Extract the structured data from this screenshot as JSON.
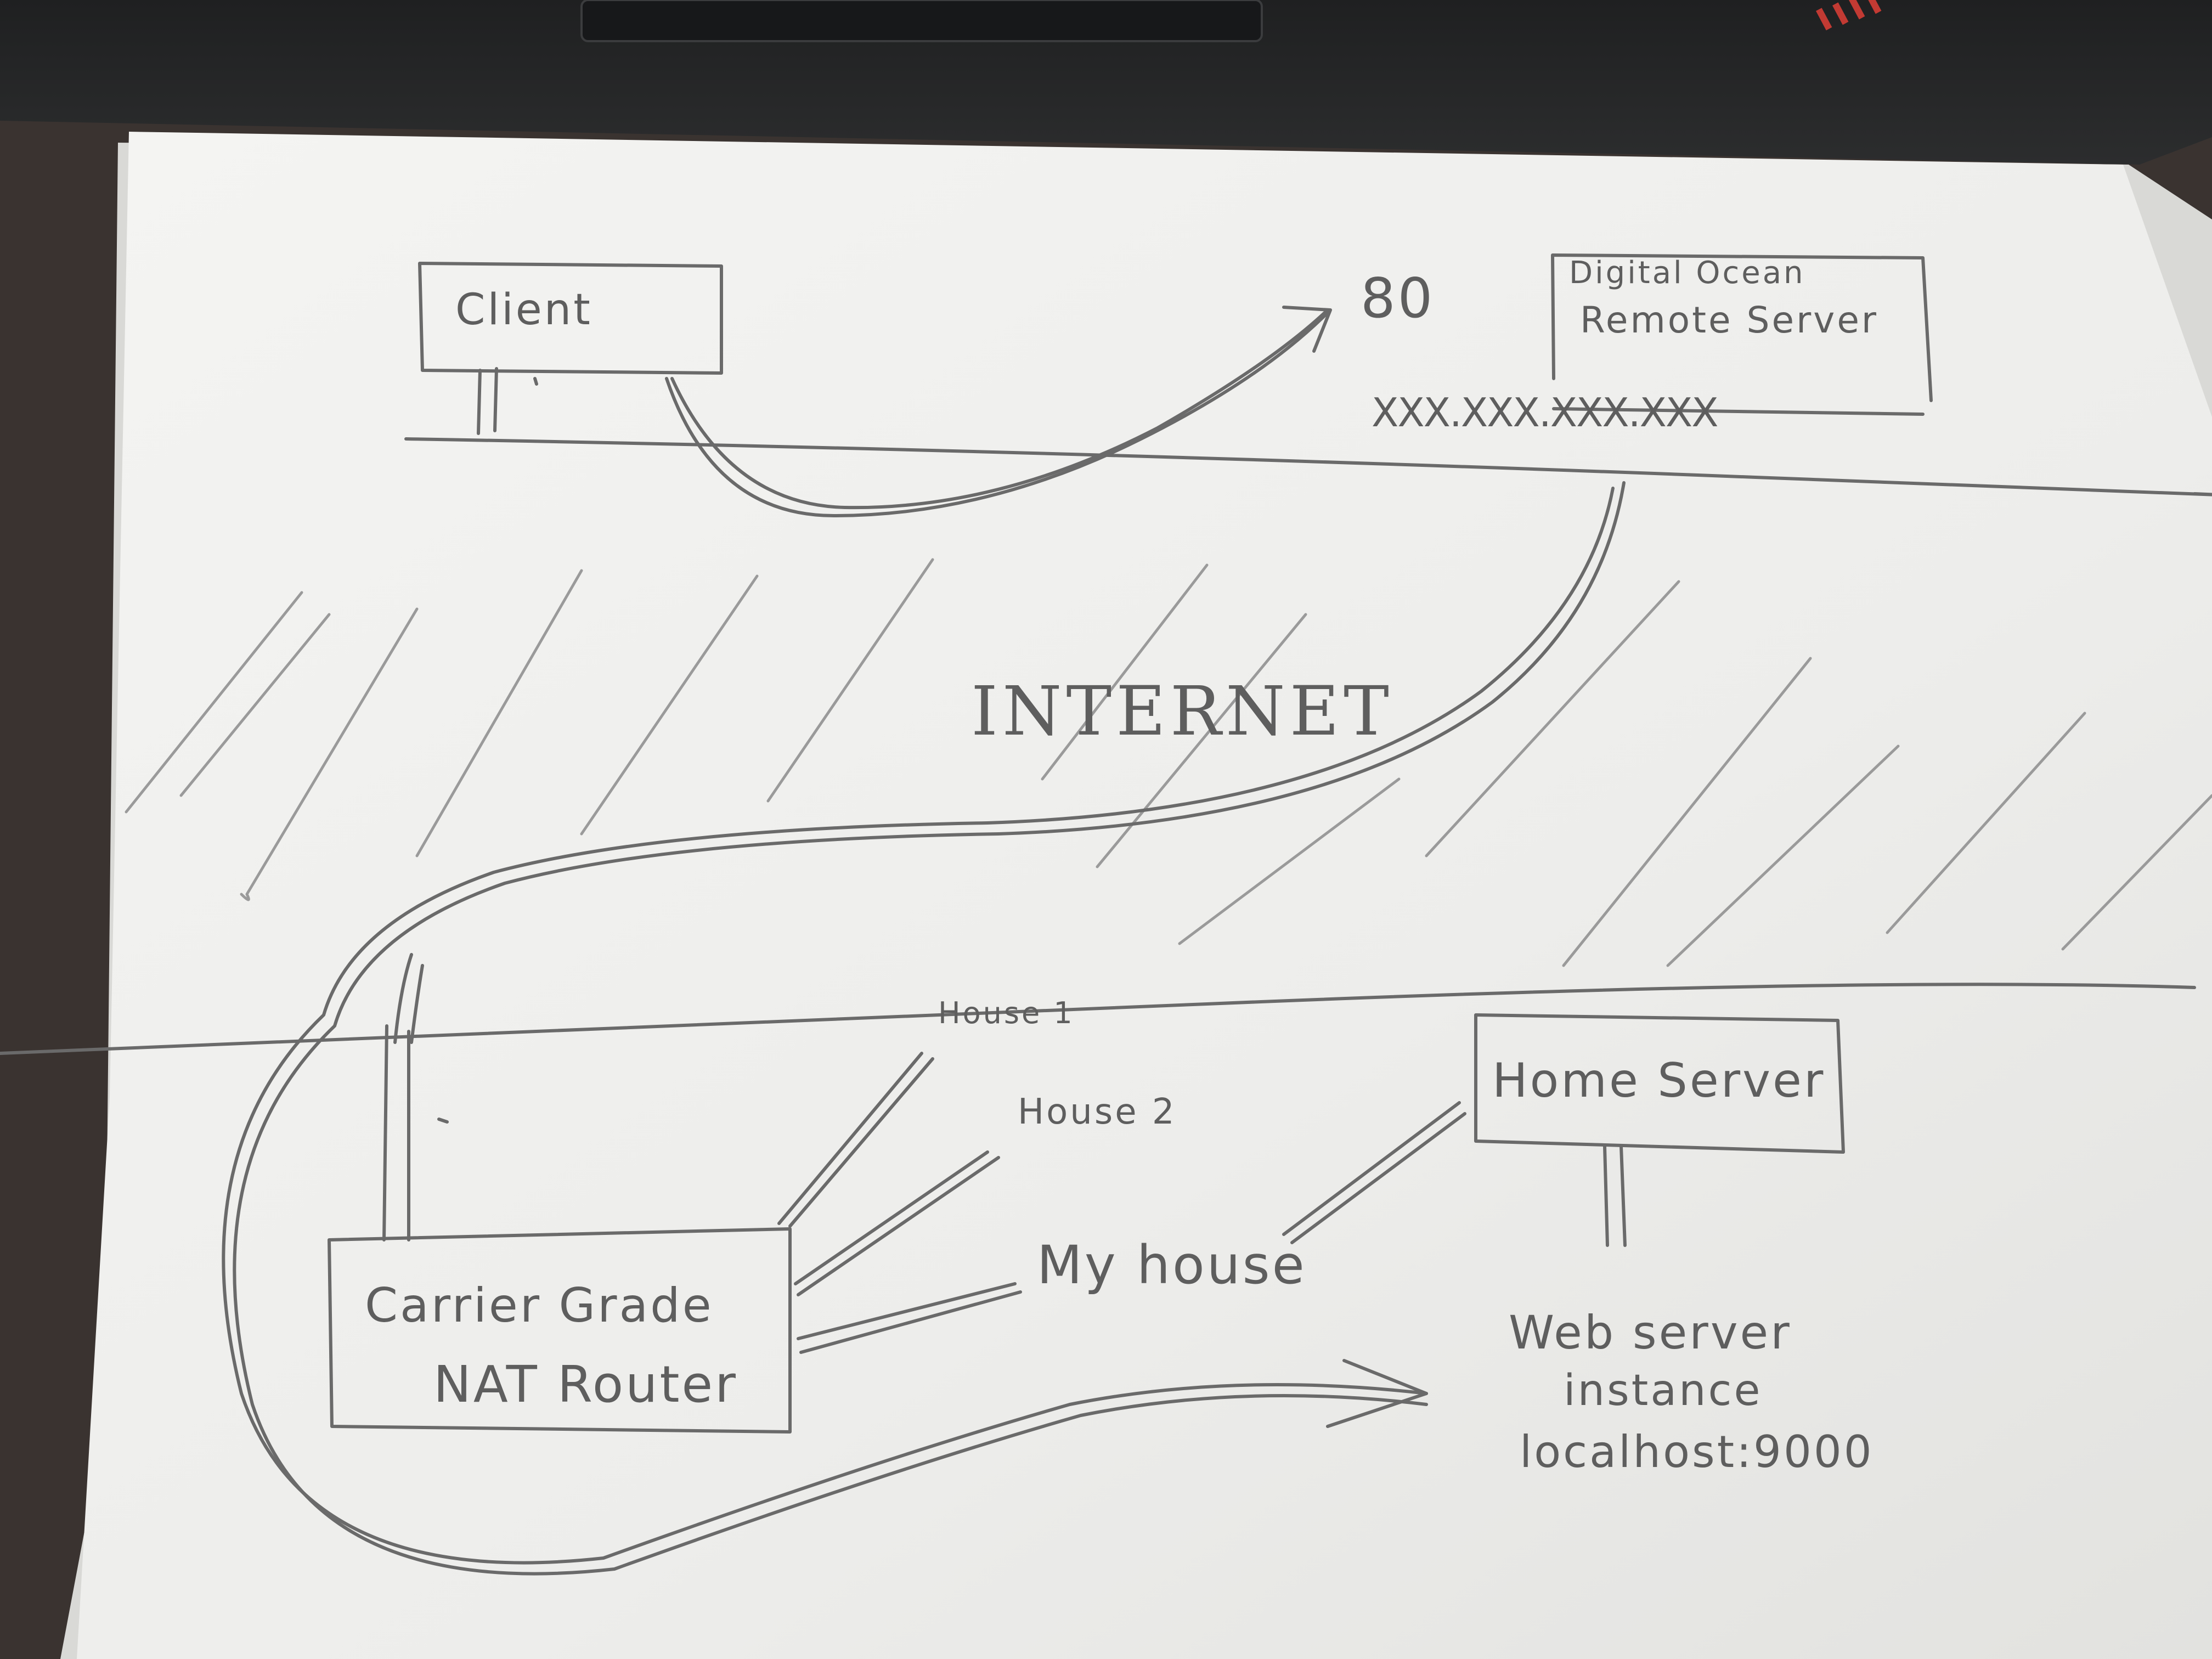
{
  "labels": {
    "client": "Client",
    "port": "80",
    "remote_server_line1": "Digital Ocean",
    "remote_server_line2": "Remote Server",
    "ip_address": "XXX.XXX.XXX.XXX",
    "internet": "INTERNET",
    "house1": "House 1",
    "house2": "House 2",
    "my_house": "My house",
    "nat_router_line1": "Carrier Grade",
    "nat_router_line2": "NAT Router",
    "home_server": "Home Server",
    "web_server_line1": "Web server",
    "web_server_line2": "instance",
    "web_server_line3": "localhost:9000"
  },
  "colors": {
    "table": "#3a3330",
    "laptop": "#232425",
    "paper": "#efefed",
    "pencil": "#6a6a6a"
  }
}
